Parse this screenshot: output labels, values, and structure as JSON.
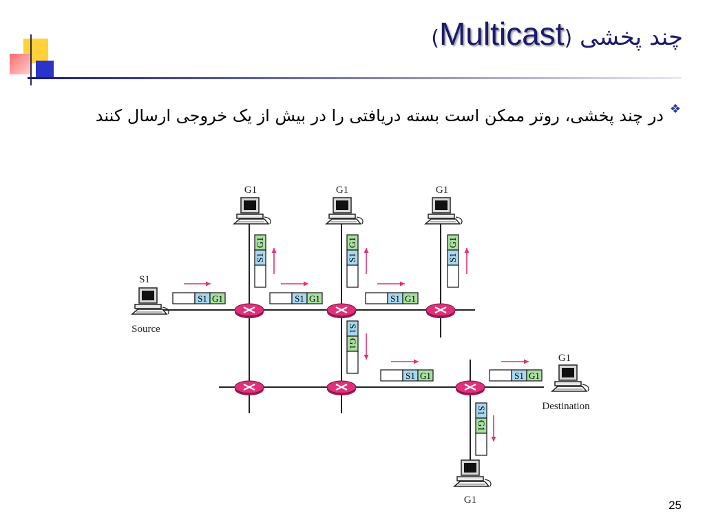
{
  "title": {
    "latin": "Multicast",
    "paren_open": "(",
    "paren_close": ")",
    "persian": "چند پخشی"
  },
  "bullet": {
    "icon": "diamond-bullet-icon",
    "text": "در چند پخشی، روتر ممکن است بسته دریافتی را در بیش از یک خروجی ارسال کنند"
  },
  "diagram": {
    "source": {
      "name": "S1",
      "label": "Source"
    },
    "destination": {
      "name": "G1",
      "label": "Destination"
    },
    "group_labels": [
      "G1",
      "G1",
      "G1",
      "G1"
    ],
    "packet": {
      "src": "S1",
      "grp": "G1"
    },
    "colors": {
      "router": "#e0307a",
      "arrow": "#e0307a",
      "src_field": "#a8d8f0",
      "grp_field": "#a8e0a0"
    }
  },
  "slide_number": "25"
}
